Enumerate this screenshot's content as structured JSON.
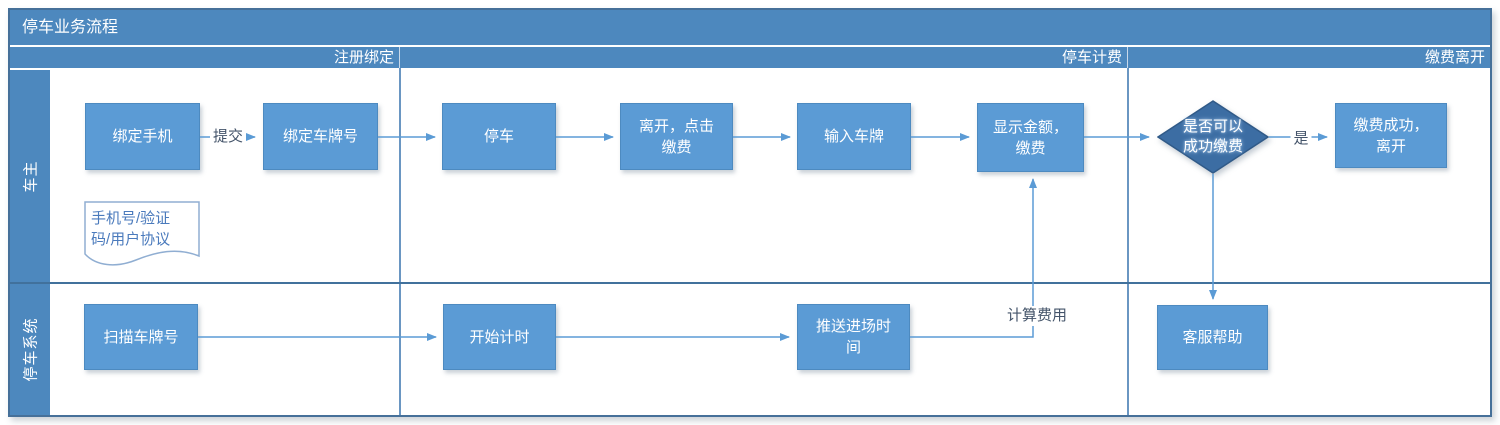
{
  "title": "停车业务流程",
  "phases": [
    {
      "label": "注册绑定"
    },
    {
      "label": "停车计费"
    },
    {
      "label": "缴费离开"
    }
  ],
  "lanes": [
    {
      "label": "车主"
    },
    {
      "label": "停车系统"
    }
  ],
  "nodes": {
    "bind_phone": {
      "label": "绑定手机"
    },
    "bind_plate": {
      "label": "绑定车牌号"
    },
    "park": {
      "label": "停车"
    },
    "leave_pay": {
      "lines": [
        "离开，点击",
        "缴费"
      ]
    },
    "enter_plate": {
      "label": "输入车牌"
    },
    "show_amount": {
      "lines": [
        "显示金额，",
        "缴费"
      ]
    },
    "decision": {
      "lines": [
        "是否可以",
        "成功缴费"
      ]
    },
    "pay_success": {
      "lines": [
        "缴费成功，",
        "离开"
      ]
    },
    "agreement_doc": {
      "lines": [
        "手机号/验证",
        "码/用户协议"
      ]
    },
    "scan_plate": {
      "label": "扫描车牌号"
    },
    "start_timer": {
      "label": "开始计时"
    },
    "push_entry_time": {
      "lines": [
        "推送进场时",
        "间"
      ]
    },
    "cs_help": {
      "label": "客服帮助"
    }
  },
  "edge_labels": {
    "submit": "提交",
    "yes": "是",
    "calc_fee": "计算费用"
  },
  "colors": {
    "header_fill": "#4d88be",
    "box_fill": "#5b9bd5",
    "box_border": "#4d8ac0",
    "diamond_fill": "#3c6da3",
    "diamond_border": "#305a88",
    "line": "#5b9bd5",
    "frame_border": "#467099",
    "divider": "#41719c",
    "doc_border": "#90aed2",
    "doc_text": "#4a7abc",
    "label_text": "#44546a",
    "text_on_fill": "#ffffff"
  }
}
